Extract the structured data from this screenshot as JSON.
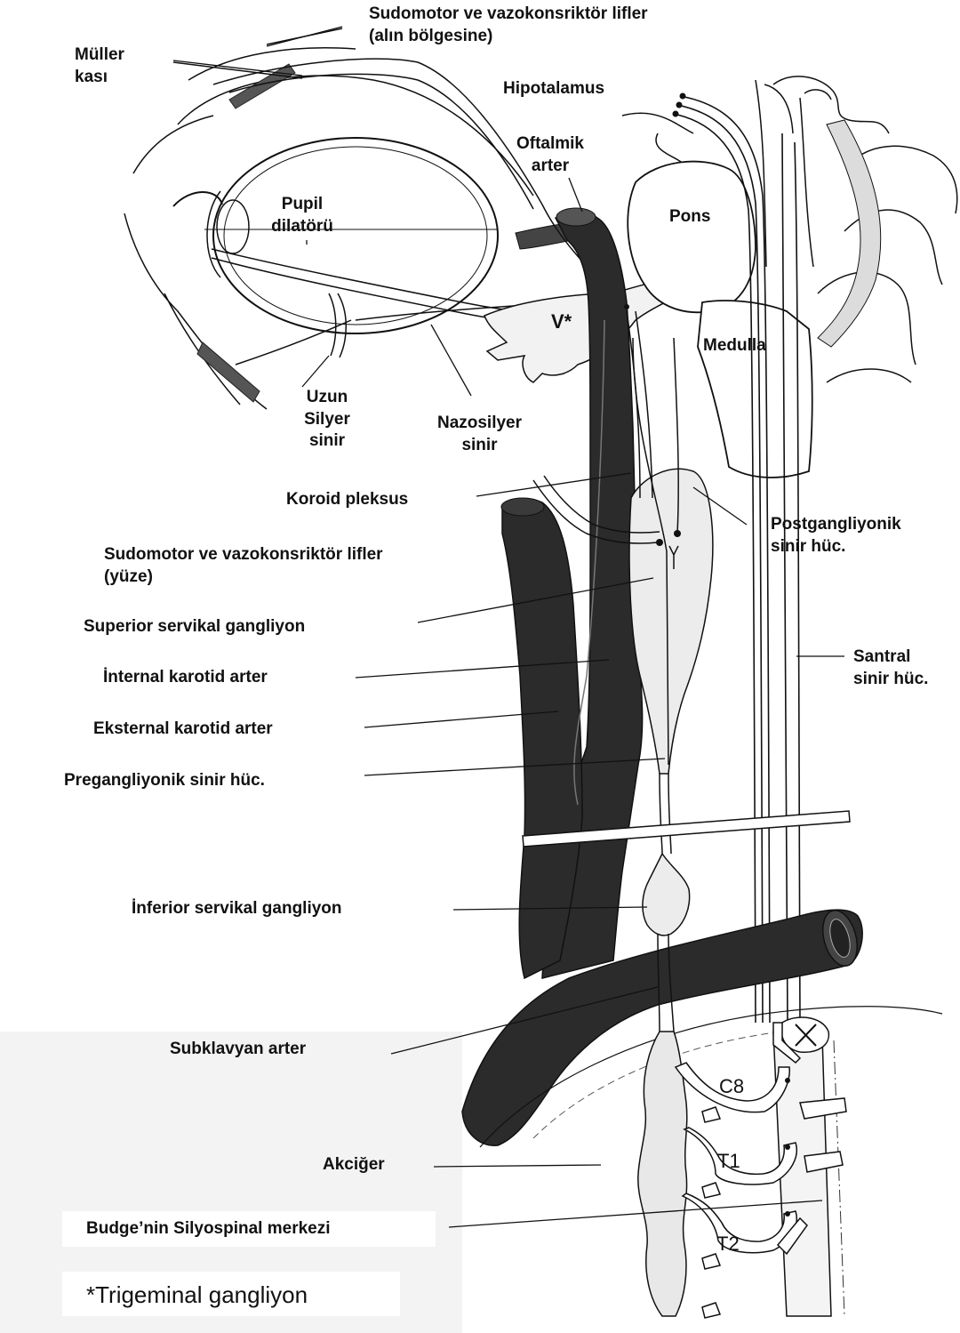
{
  "labels": {
    "sudomotor_forehead": "Sudomotor ve vazokonsriktör lifler",
    "sudomotor_forehead_sub": "(alın bölgesine)",
    "muller": "Müller",
    "muller_sub": "kası",
    "hipotalamus": "Hipotalamus",
    "oftalmik": "Oftalmik",
    "oftalmik_sub": "arter",
    "pupil": "Pupil",
    "pupil_sub": "dilatörü",
    "pons": "Pons",
    "v_star": "V*",
    "medulla": "Medulla",
    "uzun_1": "Uzun",
    "uzun_2": "Silyer",
    "uzun_3": "sinir",
    "nazosilyer": "Nazosilyer",
    "nazosilyer_sub": "sinir",
    "koroid": "Koroid pleksus",
    "postgang": "Postgangliyonik",
    "postgang_sub": "sinir hüc.",
    "sudomotor_face": "Sudomotor ve vazokonsriktör lifler",
    "sudomotor_face_sub": "(yüze)",
    "sup_cervical": "Superior servikal gangliyon",
    "int_carotid": "İnternal karotid arter",
    "santral": "Santral",
    "santral_sub": "sinir hüc.",
    "ext_carotid": "Eksternal karotid arter",
    "pregang": "Pregangliyonik sinir hüc.",
    "inf_cervical": "İnferior servikal gangliyon",
    "subklavyan": "Subklavyan arter",
    "c8": "C8",
    "t1": "T1",
    "akciger": "Akciğer",
    "budge": "Budge’nin Silyospinal merkezi",
    "t2": "T2",
    "trigeminal_note": "*Trigeminal gangliyon"
  },
  "colors": {
    "artery": "#2b2b2b",
    "line": "#111111",
    "tissue": "#ededed",
    "spinal": "#f4f4f4"
  }
}
